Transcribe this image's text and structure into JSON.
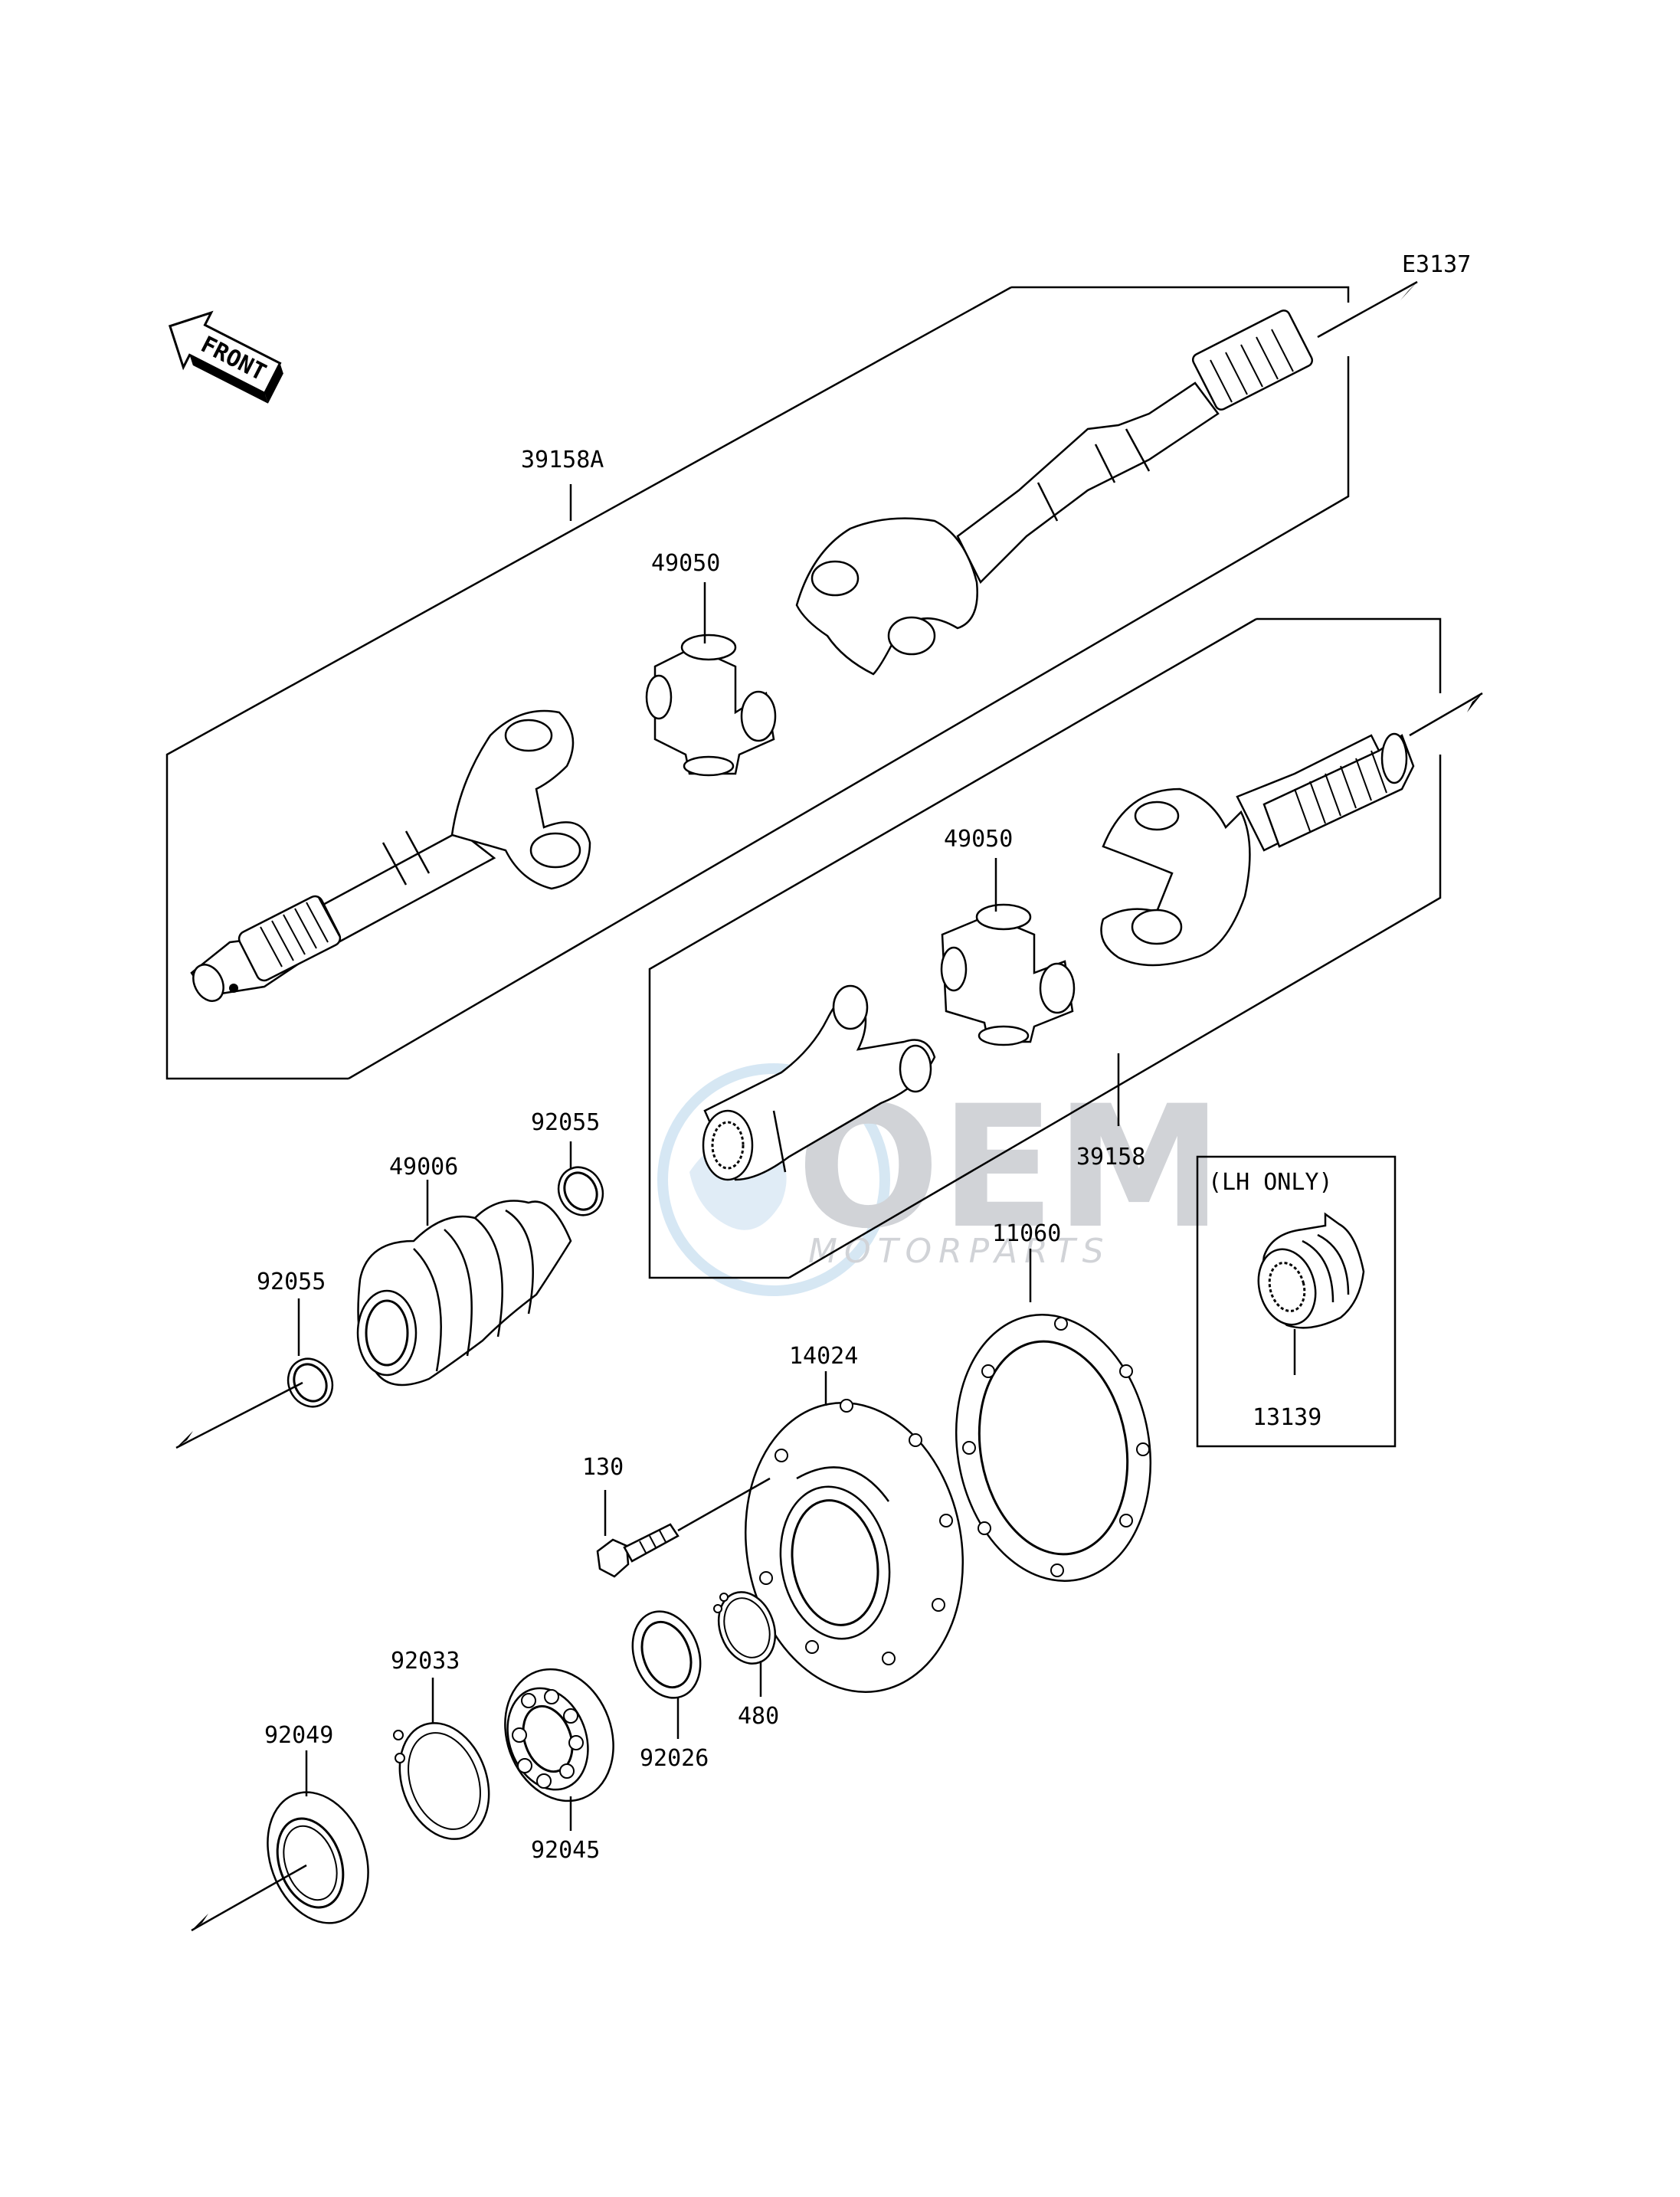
{
  "diagram": {
    "code": "E3137",
    "front_label": "FRONT",
    "lh_only_label": "(LH ONLY)",
    "watermark": {
      "main": "OEM",
      "sub": "MOTORPARTS"
    },
    "callouts": {
      "p39158A": "39158A",
      "p49050_upper": "49050",
      "p49050_lower": "49050",
      "p39158": "39158",
      "p92055_upper": "92055",
      "p49006": "49006",
      "p92055_lower": "92055",
      "p11060": "11060",
      "p14024": "14024",
      "p13139": "13139",
      "p130": "130",
      "p92033": "92033",
      "p92049": "92049",
      "p92045": "92045",
      "p92026": "92026",
      "p480": "480"
    }
  }
}
